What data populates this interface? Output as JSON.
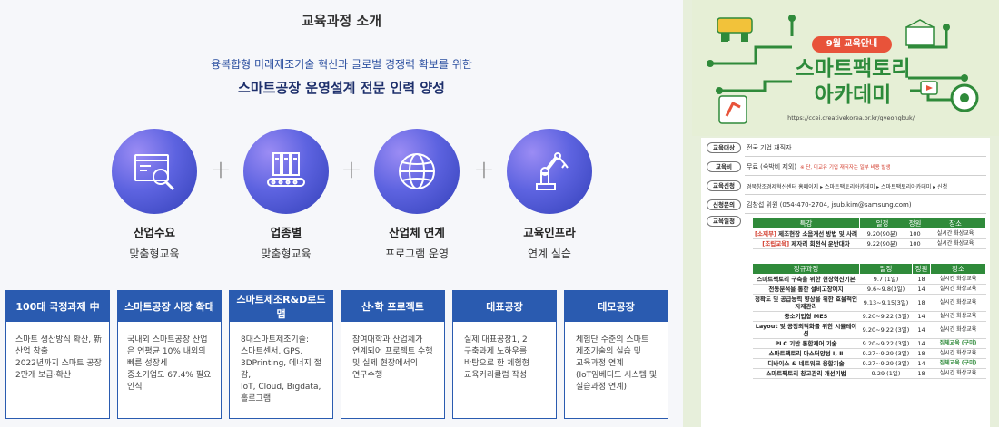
{
  "left": {
    "section_title": "교육과정 소개",
    "subtitle1": "융복합형 미래제조기술 혁신과 글로벌 경쟁력 확보를 위한",
    "subtitle2": "스마트공장 운영설계 전문 인력 양성",
    "pillars": [
      {
        "label1": "산업수요",
        "label2": "맞춤형교육",
        "icon": "window-magnifier-icon"
      },
      {
        "label1": "업종별",
        "label2": "맞춤형교육",
        "icon": "factory-conveyor-icon"
      },
      {
        "label1": "산업체 연계",
        "label2": "프로그램 운영",
        "icon": "globe-icon"
      },
      {
        "label1": "교육인프라",
        "label2": "연계 실습",
        "icon": "robot-arm-icon"
      }
    ],
    "plus": "+",
    "cards": [
      {
        "title": "100대 국정과제 中",
        "bullets": [
          "스마트 생산방식 확산, 新산업 창출",
          "2022년까지 스마트 공장 2만개 보급·확산"
        ]
      },
      {
        "title": "스마트공장 시장 확대",
        "bullets": [
          "국내외 스마트공장 산업은 연평균 10% 내외의 빠른 성장세",
          "중소기업도 67.4% 필요 인식"
        ]
      },
      {
        "title": "스마트제조R&D로드맵",
        "text": "8대스마트제조기술:\n스마트센서, GPS,\n3DPrinting, 에너지 절감,\nIoT, Cloud, Bigdata,\n홀로그램"
      },
      {
        "title": "산·학 프로젝트",
        "text": "참여대학과 산업체가\n연계되어 프로젝트 수행\n및 실제 현장에서의\n연구수행"
      },
      {
        "title": "대표공장",
        "text": "실제 대표공장1, 2\n구축과제 노하우를\n바탕으로 한 체험형\n교육커리큘럼 작성"
      },
      {
        "title": "데모공장",
        "text": "체험단 수준의 스마트\n제조기술의 실습 및\n교육과정 연계\n(IoT임베디드 시스템 및\n실습과정 연계)"
      }
    ]
  },
  "right": {
    "badge": "9월 교육안내",
    "title_line1": "스마트팩토리",
    "title_line2": "아카데미",
    "url": "https://ccei.creativekorea.or.kr/gyeongbuk/",
    "info": [
      {
        "label": "교육대상",
        "value": "전국 기업 재직자"
      },
      {
        "label": "교육비",
        "value": "무료 (숙박비 제외)",
        "note": "※ 단, 미교유 기업 재직자는 일부 비용 발생"
      },
      {
        "label": "교육신청",
        "value": "경북창조경제혁신센터 홈페이지 ▸ 스마트팩토리아카데미 ▸ 스마트팩토리아카데미 ▸ 신청"
      },
      {
        "label": "신청문의",
        "value": "김창섭 위원 (054-470-2704, jsub.kim@samsung.com)"
      },
      {
        "label": "교육일정",
        "value": ""
      }
    ],
    "special_table": {
      "headers": [
        "특강",
        "일정",
        "정원",
        "장소"
      ],
      "rows": [
        {
          "tag": "[소재부]",
          "name": "제조현장 소음개선 방법 및 사례",
          "date": "9.20(90분)",
          "cap": "100",
          "loc": "실시간 화상교육"
        },
        {
          "tag": "[조립교육]",
          "name": "제자리 회전식 운반대차",
          "date": "9.22(90분)",
          "cap": "100",
          "loc": "실시간 화상교육"
        }
      ]
    },
    "regular_table": {
      "headers": [
        "정규과정",
        "일정",
        "정원",
        "장소"
      ],
      "rows": [
        {
          "name": "스마트팩토리 구축을 위한 현장혁신기본",
          "date": "9.7 (1일)",
          "cap": "18",
          "loc": "실시간 화상교육"
        },
        {
          "name": "전동분석을 통한 설비고장예지",
          "date": "9.6~9.8(3일)",
          "cap": "14",
          "loc": "실시간 화상교육"
        },
        {
          "name": "정확도 및 공급능력 향상을 위한 효율적인 자재관리",
          "date": "9.13~9.15(3일)",
          "cap": "18",
          "loc": "실시간 화상교육"
        },
        {
          "name": "중소기업형 MES",
          "date": "9.20~9.22 (3일)",
          "cap": "14",
          "loc": "실시간 화상교육"
        },
        {
          "name": "Layout 및 공정최적화를 위한 시뮬레이션",
          "date": "9.20~9.22 (3일)",
          "cap": "14",
          "loc": "실시간 화상교육"
        },
        {
          "name": "PLC 기반 통합제어 기술",
          "date": "9.20~9.22 (3일)",
          "cap": "14",
          "loc": "집체교육 (구미)",
          "green": true
        },
        {
          "name": "스마트팩토리 마스터양성 Ⅰ, Ⅱ",
          "date": "9.27~9.29 (3일)",
          "cap": "18",
          "loc": "실시간 화상교육"
        },
        {
          "name": "디바이스 & 네트워크 융합기술",
          "date": "9.27~9.29 (3일)",
          "cap": "14",
          "loc": "집체교육 (구미)",
          "green": true
        },
        {
          "name": "스마트팩토리 창고관리 개선기법",
          "date": "9.29 (1일)",
          "cap": "18",
          "loc": "실시간 화상교육"
        }
      ]
    }
  }
}
